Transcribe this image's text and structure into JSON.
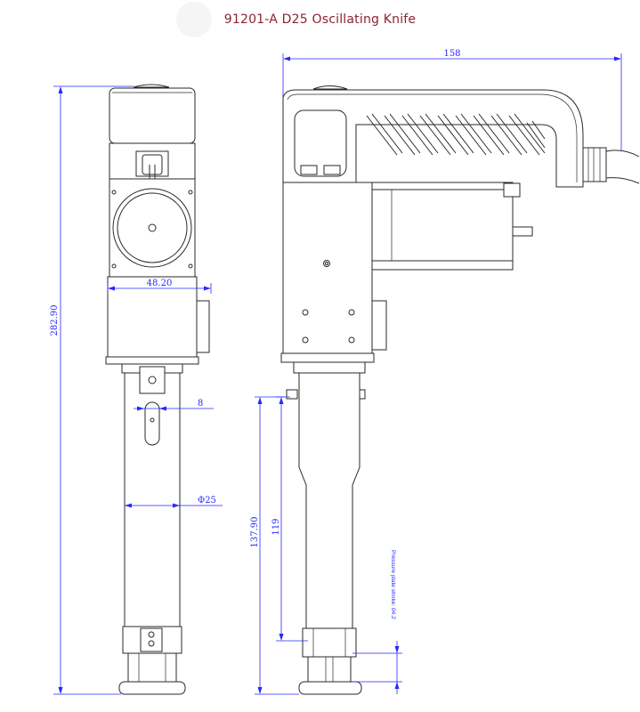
{
  "title": "91201-A D25 Oscillating Knife",
  "dimensions": {
    "width_total": "158",
    "body_width": "48.20",
    "height_total": "282.90",
    "offset": "8",
    "diameter": "Φ25",
    "lower_height": "137.90",
    "lower_inner": "119",
    "stroke_note": "Pressure plate stroke: 04.2"
  },
  "colors": {
    "title": "#8a2432",
    "dimension": "#2828ff",
    "outline": "#2a2a2a"
  }
}
